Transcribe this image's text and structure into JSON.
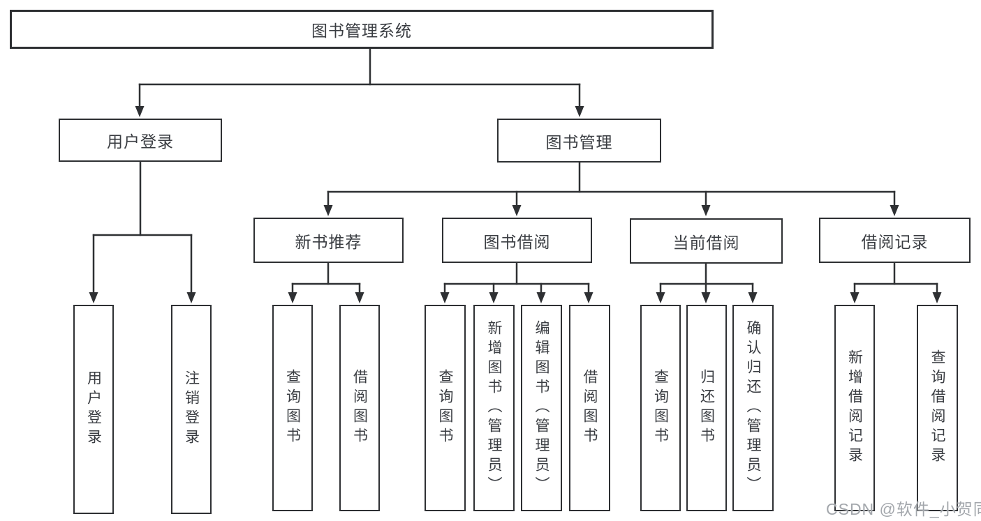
{
  "tree": {
    "label": "图书管理系统",
    "children": [
      {
        "label": "用户登录",
        "children": [
          {
            "label": "用户登录"
          },
          {
            "label": "注销登录"
          }
        ]
      },
      {
        "label": "图书管理",
        "children": [
          {
            "label": "新书推荐",
            "children": [
              {
                "label": "查询图书"
              },
              {
                "label": "借阅图书"
              }
            ]
          },
          {
            "label": "图书借阅",
            "children": [
              {
                "label": "查询图书"
              },
              {
                "label": "新增图书（管理员）"
              },
              {
                "label": "编辑图书（管理员）"
              },
              {
                "label": "借阅图书"
              }
            ]
          },
          {
            "label": "当前借阅",
            "children": [
              {
                "label": "查询图书"
              },
              {
                "label": "归还图书"
              },
              {
                "label": "确认归还（管理员）"
              }
            ]
          },
          {
            "label": "借阅记录",
            "children": [
              {
                "label": "新增借阅记录"
              },
              {
                "label": "查询借阅记录"
              }
            ]
          }
        ]
      }
    ]
  },
  "watermark": "CSDN @软件_小贺同学",
  "colors": {
    "line": "#2e3033",
    "text": "#3a3d42",
    "background": "#ffffff",
    "watermark": "#a3a7ac"
  }
}
